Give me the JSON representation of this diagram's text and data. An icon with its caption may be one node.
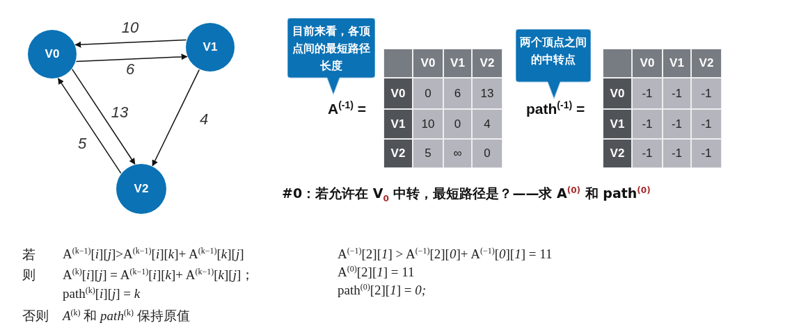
{
  "diagram": {
    "nodes": [
      {
        "text": [
          "V0"
        ]
      },
      {
        "text": [
          "V1"
        ]
      },
      {
        "text": [
          "V2"
        ]
      },
      {
        "text": [
          "目前来看，各顶点间的最短路径长度"
        ]
      },
      {
        "text": [
          "两个顶点之间的中转点"
        ]
      }
    ],
    "edges": [
      {
        "from": 1,
        "to": 0,
        "arrow": "to",
        "label": "10"
      },
      {
        "from": 0,
        "to": 1,
        "arrow": "to",
        "label": "6"
      },
      {
        "from": 0,
        "to": 2,
        "arrow": "to",
        "label": "13"
      },
      {
        "from": 2,
        "to": 0,
        "arrow": "to",
        "label": "5"
      },
      {
        "from": 1,
        "to": 2,
        "arrow": "to",
        "label": "4"
      }
    ],
    "labels": [
      "A$^{(-1)}$ =",
      "V0",
      "V1",
      "V2",
      "V0",
      "0",
      "6",
      "13",
      "V1",
      "10",
      "0",
      "4",
      "V2",
      "5",
      "∞",
      "0",
      "path$^{(-1)}$ =",
      "V0",
      "V1",
      "V2",
      "V0",
      "-1",
      "-1",
      "-1",
      "V1",
      "-1",
      "-1",
      "-1",
      "V2",
      "-1",
      "-1",
      "-1",
      "#0：若允许在 V$_{0}$ 中转，最短路径是？——求 A$^{(0)}$ 和 path$^{(0)}$",
      "若",
      "A$^{(k−1)}$[*i*][*j*]>A$^{(k−1)}$[*i*][*k*]+ A$^{(k−1)}$[*k*][*j*]",
      "则",
      "A$^{(k)}$[*i*][*j*] = A$^{(k−1)}$[*i*][*k*]+ A$^{(k−1)}$[*k*][*j*]；",
      "path$^{(k)}$[*i*][*j*] = *k*",
      "否则",
      "*A*$^{(k)}$ 和 *path*$^{(k)}$ 保持原值",
      "A$^{(−1)}$[2][*1*] > A$^{(−1)}$[2][*0*]+ A$^{(−1)}$[*0*][*1*] = 11",
      "A$^{(0)}$[2][*1*] = 11",
      "path$^{(0)}$[2][*1*] = *0;*"
    ]
  }
}
